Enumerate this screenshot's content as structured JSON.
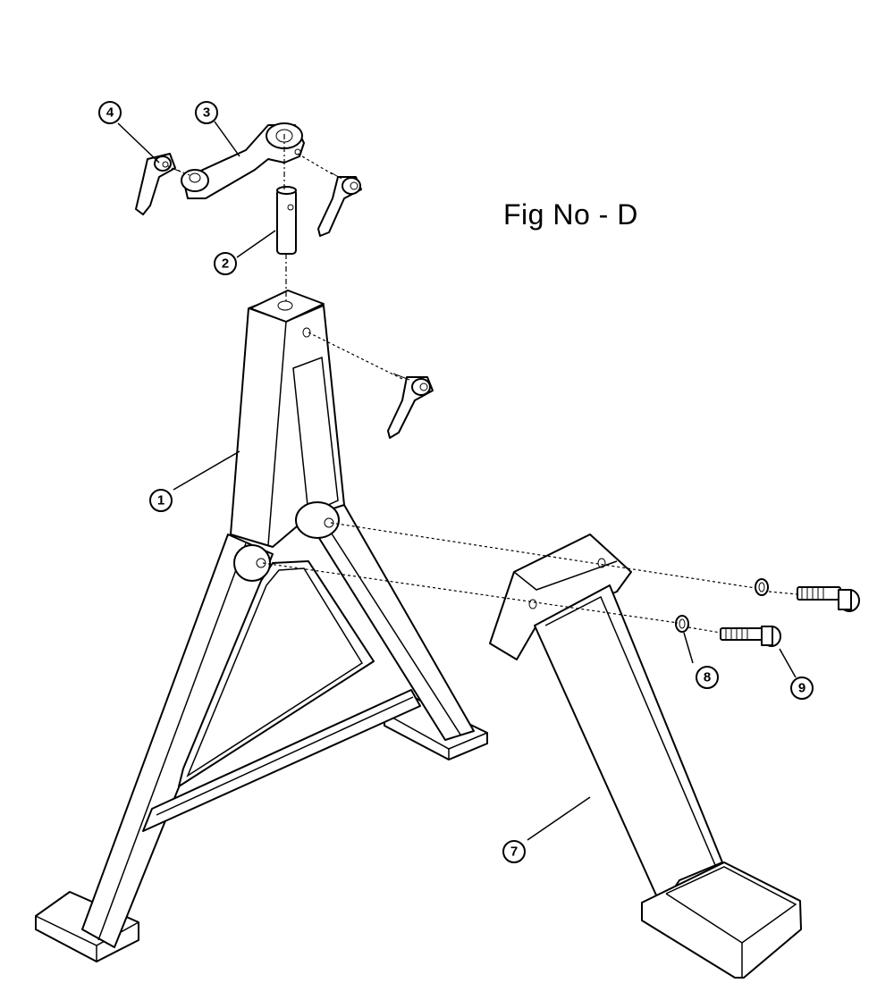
{
  "figure": {
    "title": "Fig No - D",
    "balloons": {
      "b1": "1",
      "b2": "2",
      "b3": "3",
      "b4": "4",
      "b7": "7",
      "b8": "8",
      "b9": "9"
    }
  }
}
